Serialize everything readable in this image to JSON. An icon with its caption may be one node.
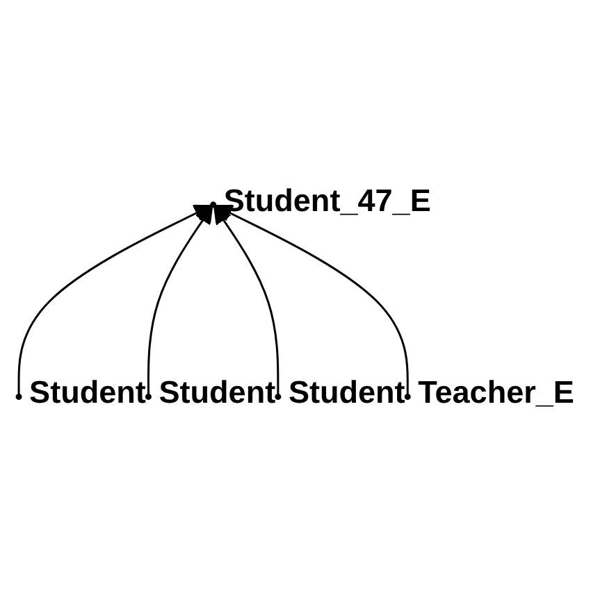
{
  "diagram": {
    "nodes": [
      {
        "text": [],
        "shape": "circle",
        "beside": [
          "Student"
        ]
      },
      {
        "text": [],
        "shape": "circle",
        "beside": [
          "Student"
        ]
      },
      {
        "text": [],
        "shape": "circle",
        "beside": [
          "Student"
        ]
      },
      {
        "text": [],
        "shape": "circle",
        "beside": [
          "Student_47_E"
        ]
      },
      {
        "text": [],
        "shape": "circle",
        "beside": [
          "Teacher_E"
        ]
      }
    ],
    "edges": [
      {
        "from": 0,
        "to": 3,
        "arrow": "to"
      },
      {
        "from": 1,
        "to": 3,
        "arrow": "to"
      },
      {
        "from": 2,
        "to": 3,
        "arrow": "to"
      },
      {
        "from": 4,
        "to": 3,
        "arrow": "to"
      }
    ]
  }
}
